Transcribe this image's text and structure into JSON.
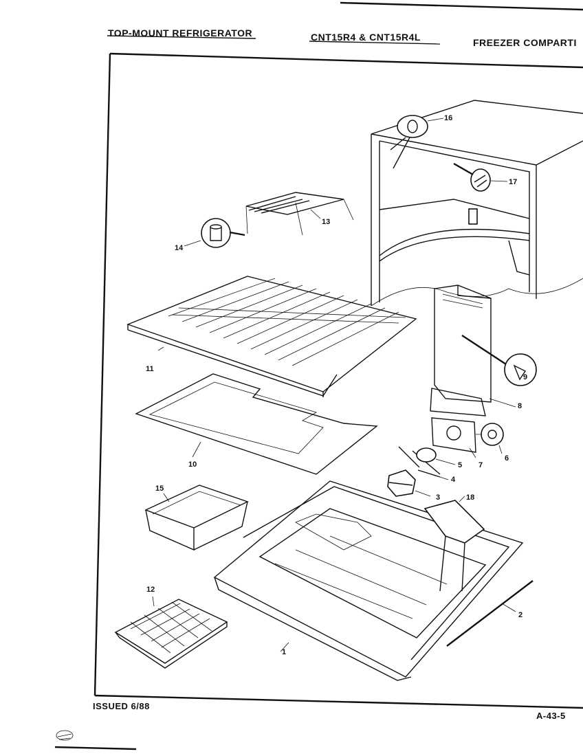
{
  "header": {
    "title": "TOP-MOUNT REFRIGERATOR",
    "models": "CNT15R4 & CNT15R4L",
    "section": "FREEZER COMPARTI"
  },
  "footer": {
    "issued": "ISSUED 6/88",
    "page": "A-43-5"
  },
  "callouts": [
    "1",
    "2",
    "3",
    "4",
    "5",
    "6",
    "7",
    "8",
    "9",
    "10",
    "11",
    "12",
    "13",
    "14",
    "15",
    "16",
    "17",
    "18"
  ]
}
